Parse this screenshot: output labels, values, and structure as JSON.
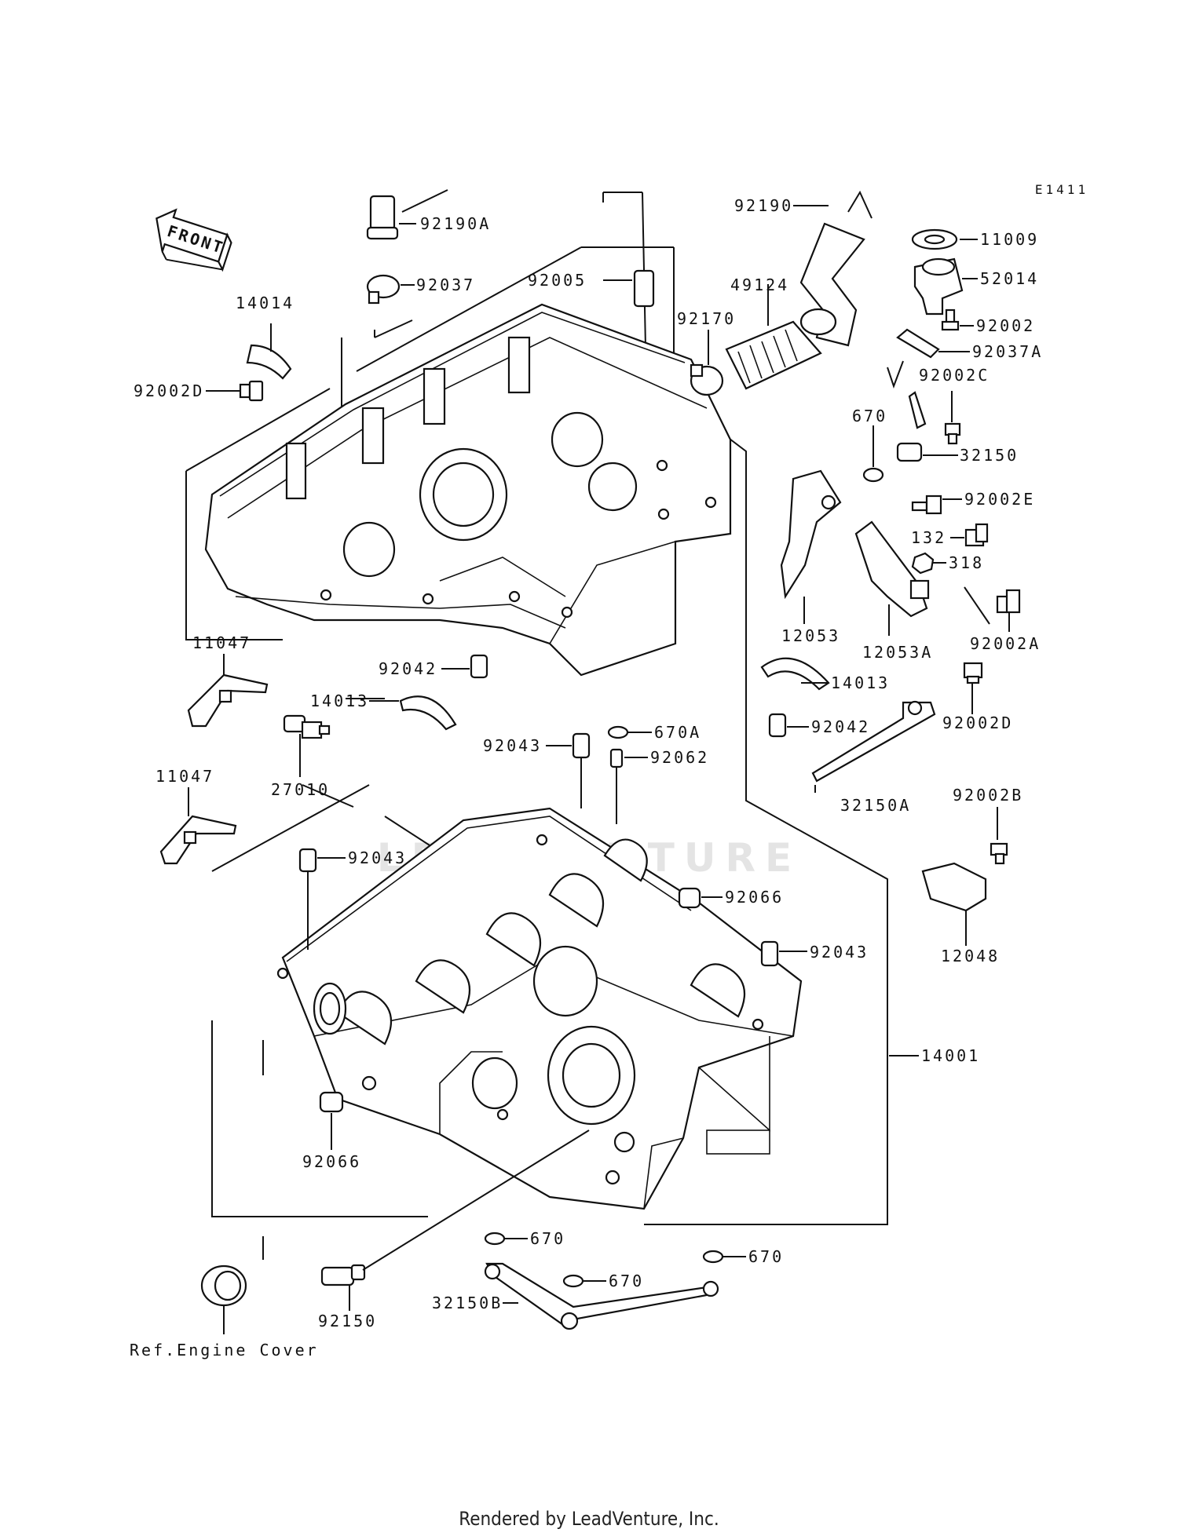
{
  "diagram": {
    "code": "E1411",
    "front_label": "FRONT",
    "footer": "Rendered by LeadVenture, Inc.",
    "watermark": "LEADVENTURE",
    "ref_note": "Ref.Engine Cover",
    "parts": [
      {
        "id": "p92190A",
        "label": "92190A"
      },
      {
        "id": "p92037",
        "label": "92037"
      },
      {
        "id": "p92005",
        "label": "92005"
      },
      {
        "id": "p14014",
        "label": "14014"
      },
      {
        "id": "p92002D_a",
        "label": "92002D"
      },
      {
        "id": "p92190",
        "label": "92190"
      },
      {
        "id": "p49124",
        "label": "49124"
      },
      {
        "id": "p92170",
        "label": "92170"
      },
      {
        "id": "p11009",
        "label": "11009"
      },
      {
        "id": "p52014",
        "label": "52014"
      },
      {
        "id": "p92002",
        "label": "92002"
      },
      {
        "id": "p92037A",
        "label": "92037A"
      },
      {
        "id": "p92002C",
        "label": "92002C"
      },
      {
        "id": "p670_a",
        "label": "670"
      },
      {
        "id": "p32150",
        "label": "32150"
      },
      {
        "id": "p92002E",
        "label": "92002E"
      },
      {
        "id": "p132",
        "label": "132"
      },
      {
        "id": "p318",
        "label": "318"
      },
      {
        "id": "p12053",
        "label": "12053"
      },
      {
        "id": "p12053A",
        "label": "12053A"
      },
      {
        "id": "p92002A",
        "label": "92002A"
      },
      {
        "id": "p14013_a",
        "label": "14013"
      },
      {
        "id": "p92002D_b",
        "label": "92002D"
      },
      {
        "id": "p92042_a",
        "label": "92042"
      },
      {
        "id": "p92042_b",
        "label": "92042"
      },
      {
        "id": "p11047_a",
        "label": "11047"
      },
      {
        "id": "p14013_b",
        "label": "14013"
      },
      {
        "id": "p27010",
        "label": "27010"
      },
      {
        "id": "p11047_b",
        "label": "11047"
      },
      {
        "id": "p92043_a",
        "label": "92043"
      },
      {
        "id": "p670A",
        "label": "670A"
      },
      {
        "id": "p92062",
        "label": "92062"
      },
      {
        "id": "p32150A",
        "label": "32150A"
      },
      {
        "id": "p92002B",
        "label": "92002B"
      },
      {
        "id": "p92043_b",
        "label": "92043"
      },
      {
        "id": "p92066_a",
        "label": "92066"
      },
      {
        "id": "p12048",
        "label": "12048"
      },
      {
        "id": "p92043_c",
        "label": "92043"
      },
      {
        "id": "p14001",
        "label": "14001"
      },
      {
        "id": "p92066_b",
        "label": "92066"
      },
      {
        "id": "p670_b",
        "label": "670"
      },
      {
        "id": "p670_c",
        "label": "670"
      },
      {
        "id": "p670_d",
        "label": "670"
      },
      {
        "id": "p32150B",
        "label": "32150B"
      },
      {
        "id": "p92150",
        "label": "92150"
      }
    ]
  }
}
